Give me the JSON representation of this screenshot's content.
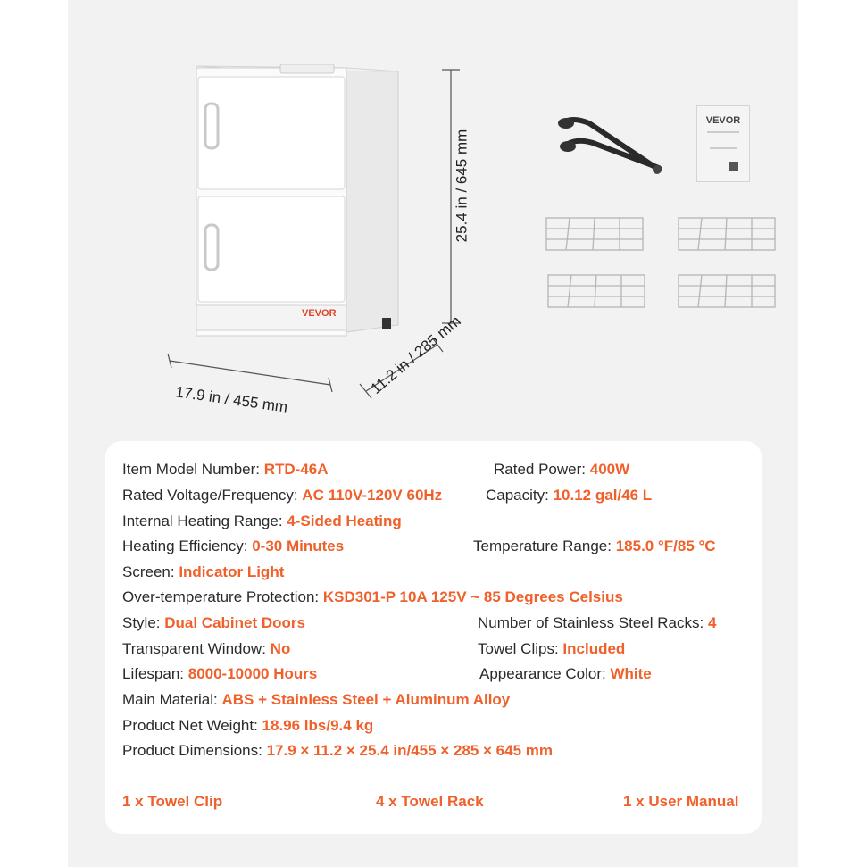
{
  "brand": {
    "logo_text": "VEVOR",
    "accent": "#f0602b"
  },
  "dimensions": {
    "height": "25.4 in / 645 mm",
    "width": "17.9 in / 455 mm",
    "depth": "11.2 in / 285 mm"
  },
  "manual_logo": "VEVOR",
  "specs": {
    "model_label": "Item Model Number: ",
    "model_value": "RTD-46A",
    "power_label": "Rated Power: ",
    "power_value": "400W",
    "voltage_label": "Rated Voltage/Frequency: ",
    "voltage_value": "AC 110V-120V 60Hz",
    "capacity_label": "Capacity: ",
    "capacity_value": "10.12 gal/46 L",
    "heating_range_label": "Internal Heating Range: ",
    "heating_range_value": "4-Sided Heating",
    "efficiency_label": "Heating Efficiency: ",
    "efficiency_value": "0-30 Minutes",
    "temp_label": "Temperature Range: ",
    "temp_value": "185.0 °F/85 °C",
    "screen_label": "Screen: ",
    "screen_value": "Indicator Light",
    "otp_label": "Over-temperature Protection: ",
    "otp_value": "KSD301-P 10A 125V ~ 85 Degrees Celsius",
    "style_label": "Style: ",
    "style_value": "Dual Cabinet Doors",
    "racks_label": "Number of Stainless Steel Racks: ",
    "racks_value": "4",
    "window_label": "Transparent Window: ",
    "window_value": "No",
    "clips_label": "Towel Clips: ",
    "clips_value": "Included",
    "lifespan_label": "Lifespan: ",
    "lifespan_value": "8000-10000 Hours",
    "color_label": "Appearance Color: ",
    "color_value": "White",
    "material_label": "Main Material: ",
    "material_value": "ABS + Stainless Steel + Aluminum Alloy",
    "weight_label": "Product Net Weight: ",
    "weight_value": "18.96 lbs/9.4 kg",
    "dims_label": "Product Dimensions: ",
    "dims_value": "17.9 × 11.2 × 25.4 in/455 × 285 × 645 mm"
  },
  "accessories": {
    "clip": "1 x Towel Clip",
    "rack": "4 x Towel Rack",
    "manual": "1 x User Manual"
  }
}
